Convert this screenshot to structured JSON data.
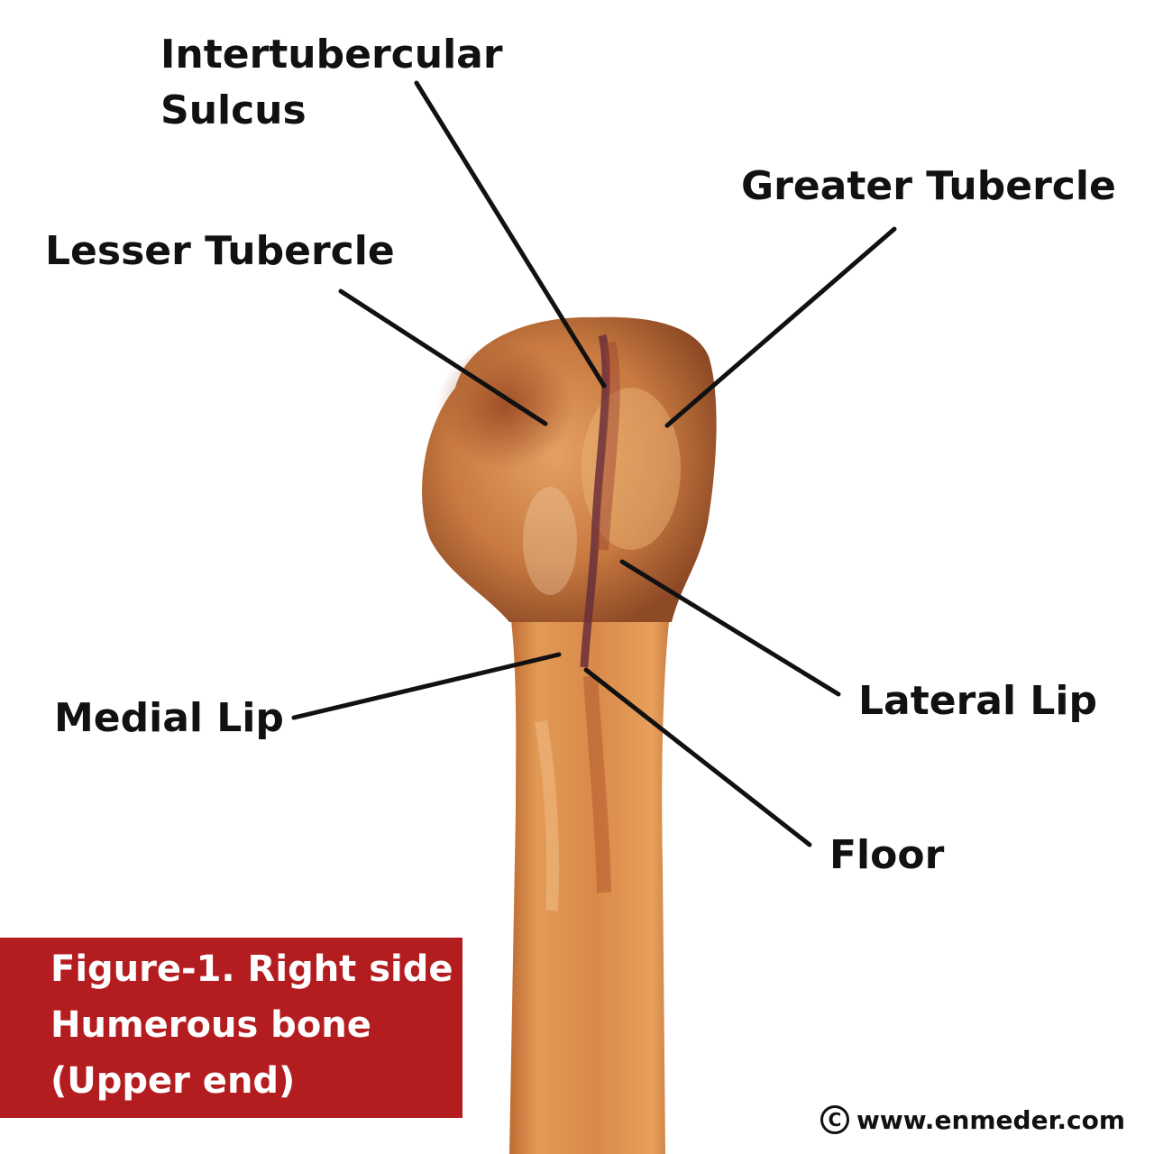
{
  "labels": {
    "intertubercular_line1": "Intertubercular",
    "intertubercular_line2": "Sulcus",
    "lesser_tubercle": "Lesser Tubercle",
    "greater_tubercle": "Greater Tubercle",
    "medial_lip": "Medial Lip",
    "lateral_lip": "Lateral Lip",
    "floor": "Floor"
  },
  "caption": {
    "line1": "Figure-1. Right side",
    "line2": "Humerous bone",
    "line3": "(Upper end)",
    "background_color": "#b41d20"
  },
  "copyright": {
    "symbol": "C",
    "website": "www.enmeder.com"
  },
  "colors": {
    "bone": "#d98a4a",
    "bone_shadow": "#a8552c",
    "groove": "#5a2a4a",
    "leader_line": "#111111",
    "label_text": "#111111"
  }
}
